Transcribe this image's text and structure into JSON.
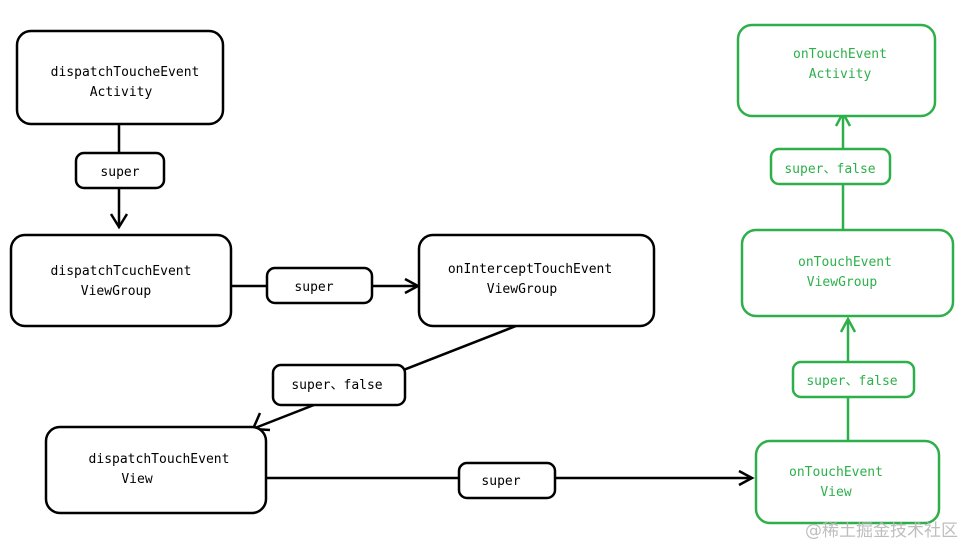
{
  "colors": {
    "black": "#000000",
    "green": "#2db04a"
  },
  "nodes": {
    "dispatch_activity": {
      "line1": "dispatchToucheEvent",
      "line2": "Activity"
    },
    "dispatch_viewgroup": {
      "line1": "dispatchTcuchEvent",
      "line2": "ViewGroup"
    },
    "intercept_viewgroup": {
      "line1": "onInterceptTouchEvent",
      "line2": "ViewGroup"
    },
    "dispatch_view": {
      "line1": "dispatchTouchEvent",
      "line2": "View"
    },
    "ontouch_activity": {
      "line1": "onTouchEvent",
      "line2": "Activity"
    },
    "ontouch_viewgroup": {
      "line1": "onTouchEvent",
      "line2": "ViewGroup"
    },
    "ontouch_view": {
      "line1": "onTouchEvent",
      "line2": "View"
    }
  },
  "labels": {
    "super_1": "super",
    "super_2": "super",
    "super_false_1": "super、false",
    "super_3": "super",
    "super_false_2": "super、false",
    "super_false_3": "super、false"
  },
  "watermark": "@稀土掘金技术社区"
}
